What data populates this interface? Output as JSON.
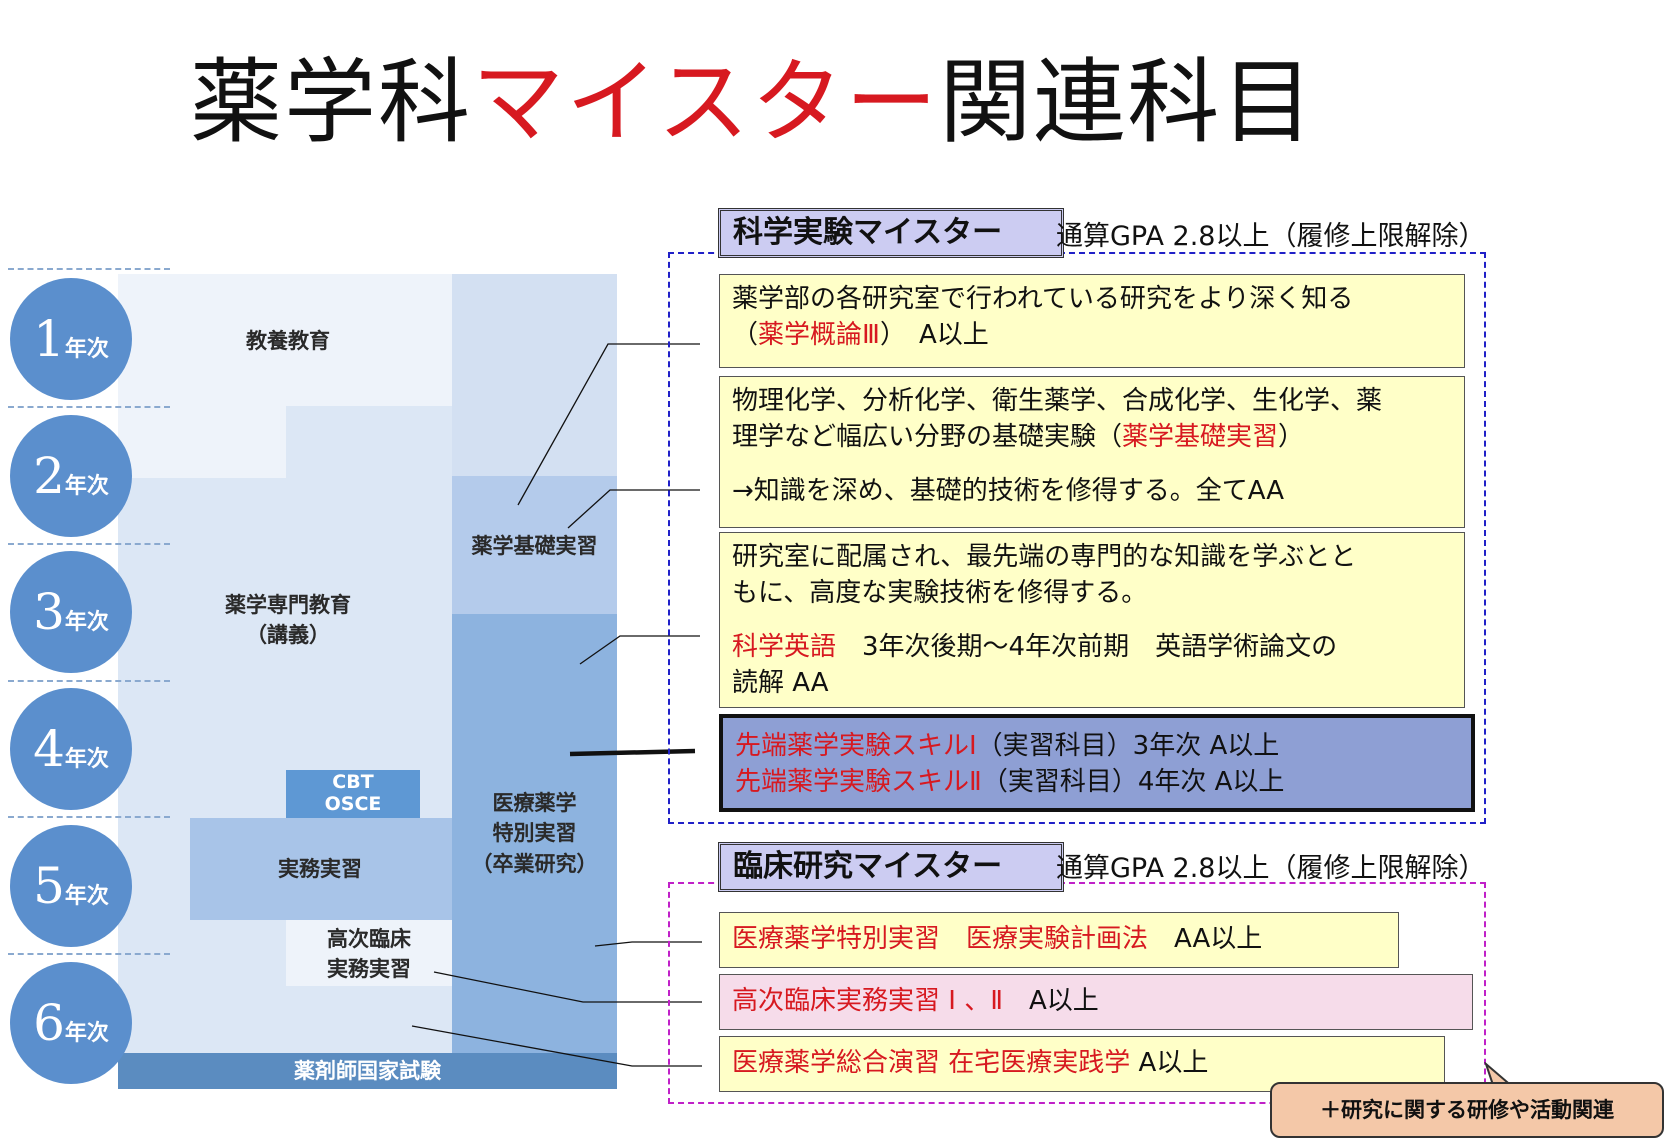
{
  "title": {
    "part1": "薬学科",
    "part2": "マイスター",
    "part3": "関連科目"
  },
  "years": [
    {
      "num": "1",
      "suffix": "年次"
    },
    {
      "num": "2",
      "suffix": "年次"
    },
    {
      "num": "3",
      "suffix": "年次"
    },
    {
      "num": "4",
      "suffix": "年次"
    },
    {
      "num": "5",
      "suffix": "年次"
    },
    {
      "num": "6",
      "suffix": "年次"
    }
  ],
  "curriculum": {
    "general": "教養教育",
    "specialized_line1": "薬学専門教育",
    "specialized_line2": "（講義）",
    "basic_lab": "薬学基礎実習",
    "cbt_line1": "CBT",
    "cbt_line2": "OSCE",
    "practical": "実務実習",
    "advanced_line1": "高次臨床",
    "advanced_line2": "実務実習",
    "special_line1": "医療薬学",
    "special_line2": "特別実習",
    "special_line3": "（卒業研究）",
    "exam": "薬剤師国家試験"
  },
  "science_meister": {
    "heading": "科学実験マイスター",
    "gpa": "通算GPA 2.8以上（履修上限解除）",
    "box1": {
      "line1": "薬学部の各研究室で行われている研究をより深く知る",
      "paren_open": "（",
      "course": "薬学概論Ⅲ",
      "rest": "）　A以上"
    },
    "box2": {
      "line1": "物理化学、分析化学、衛生薬学、合成化学、生化学、薬",
      "line2_a": "理学など幅広い分野の基礎実験（",
      "course": "薬学基礎実習",
      "line2_b": "）",
      "line3": "→知識を深め、基礎的技術を修得する。全てAA"
    },
    "box3": {
      "line1": "研究室に配属され、最先端の専門的な知識を学ぶとと",
      "line2": "もに、高度な実験技術を修得する。",
      "course": "科学英語",
      "line3_rest": "　3年次後期～4年次前期　英語学術論文の",
      "line4": "読解 AA"
    },
    "box4": {
      "course1": "先端薬学実験スキルⅠ",
      "rest1": "（実習科目）3年次 A以上",
      "course2": "先端薬学実験スキルⅡ",
      "rest2": "（実習科目）4年次 A以上"
    }
  },
  "clinical_meister": {
    "heading": "臨床研究マイスター",
    "gpa": "通算GPA 2.8以上（履修上限解除）",
    "row1": {
      "course": "医療薬学特別実習　医療実験計画法",
      "rest": "　AA以上"
    },
    "row2": {
      "course": "高次臨床実務実習 Ⅰ 、Ⅱ",
      "rest": "　A以上"
    },
    "row3": {
      "course": "医療薬学総合演習 在宅医療実践学",
      "rest": " A以上"
    }
  },
  "note": "＋研究に関する研修や活動関連",
  "colors": {
    "accent_red": "#d71920",
    "circle_blue": "#5b8fcd",
    "header_lavender": "#ccccf2",
    "box_yellow": "#ffffc8",
    "box_pink": "#f6dcea",
    "box_purple": "#8e9fd4",
    "note_orange": "#f4c8a8"
  }
}
